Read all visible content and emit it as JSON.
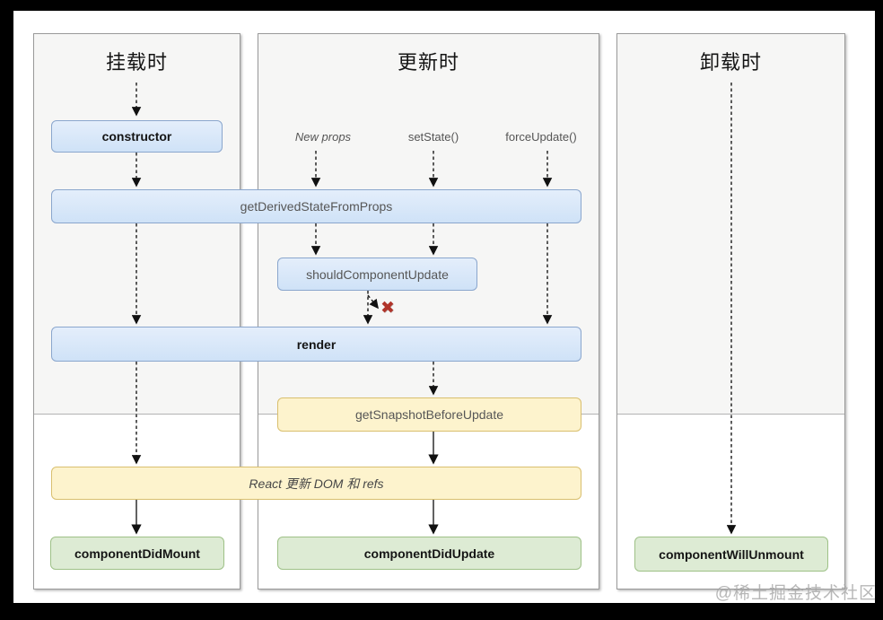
{
  "panels": [
    {
      "title": "挂载时"
    },
    {
      "title": "更新时"
    },
    {
      "title": "卸载时"
    }
  ],
  "triggers": {
    "new_props": "New props",
    "set_state": "setState()",
    "force_update": "forceUpdate()"
  },
  "nodes": {
    "constructor": "constructor",
    "get_derived_state_from_props": "getDerivedStateFromProps",
    "should_component_update": "shouldComponentUpdate",
    "render": "render",
    "get_snapshot_before_update": "getSnapshotBeforeUpdate",
    "react_updates_dom": "React 更新 DOM 和 refs",
    "component_did_mount": "componentDidMount",
    "component_did_update": "componentDidUpdate",
    "component_will_unmount": "componentWillUnmount"
  },
  "icons": {
    "blocked": "✖"
  },
  "watermark": "@稀土掘金技术社区",
  "colors": {
    "node_blue": "#cfe2f7",
    "node_yellow": "#fdf3cd",
    "node_green": "#ddebd4",
    "phase_gray": "#f6f6f5",
    "blocked_red": "#b0342a"
  }
}
